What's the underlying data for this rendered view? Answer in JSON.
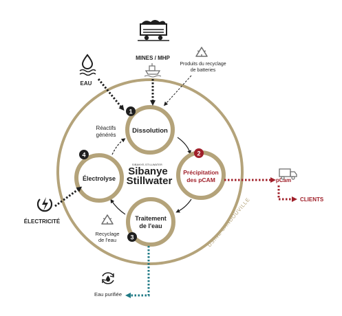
{
  "colors": {
    "gold": "#b4a37a",
    "dark": "#1f1f1f",
    "red": "#a0202a",
    "teal": "#1f7a85",
    "grey": "#6f6f6f"
  },
  "inputs": {
    "mines_label": "MINES / MHP",
    "recycling_products_line1": "Produits du recyclage",
    "recycling_products_line2": "de batteries",
    "water_label": "EAU",
    "electricity_label": "ÉLECTRICITÉ"
  },
  "plant": {
    "name": "USINE SANDOUVILLE",
    "logo_small": "SIBANYE-STILLWATER",
    "logo_line1": "Sibanye",
    "logo_line2": "Stillwater"
  },
  "steps": [
    {
      "number": "1",
      "label_line1": "Dissolution",
      "label_line2": ""
    },
    {
      "number": "2",
      "label_line1": "Précipitation",
      "label_line2": "des pCAM"
    },
    {
      "number": "3",
      "label_line1": "Traitement",
      "label_line2": "de l'eau"
    },
    {
      "number": "4",
      "label_line1": "Électrolyse",
      "label_line2": ""
    }
  ],
  "notes": {
    "reagents_line1": "Réactifs",
    "reagents_line2": "générés",
    "water_recycling_line1": "Recyclage",
    "water_recycling_line2": "de l'eau"
  },
  "outputs": {
    "pcam_label": "pCam",
    "clients_label": "CLIENTS",
    "purified_water_label": "Eau purifiée"
  },
  "icons": [
    "mine-cart-icon",
    "ship-icon",
    "recycle-icon",
    "water-drop-icon",
    "lightning-icon",
    "truck-icon",
    "water-cycle-icon"
  ]
}
